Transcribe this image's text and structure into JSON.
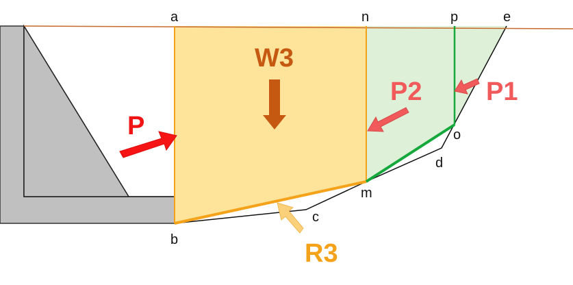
{
  "points": {
    "a": "a",
    "n": "n",
    "p": "p",
    "e": "e",
    "o": "o",
    "d": "d",
    "m": "m",
    "c": "c",
    "b": "b"
  },
  "forces": {
    "W3": "W3",
    "P": "P",
    "P1": "P1",
    "P2": "P2",
    "R3": "R3"
  },
  "colors": {
    "wall": "#c0c0c0",
    "wedge_fill": "#fde49a",
    "wedge_line": "#f5a21b",
    "green_fill": "#dff0d8",
    "green_line": "#15a83c",
    "ground_line": "#c86a2a",
    "w3": "#c65911",
    "p_arrow": "#f71414",
    "p_label": "#f01414",
    "p1p2": "#f05a5a",
    "r3": "#fbd07a",
    "r3_label": "#f5a21b"
  }
}
